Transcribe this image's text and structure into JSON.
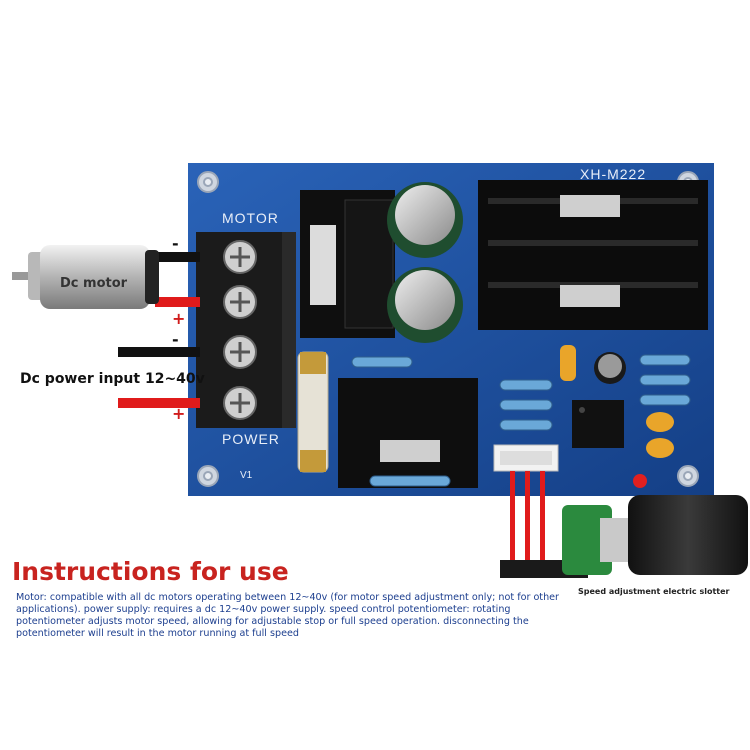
{
  "motor": {
    "label": "Dc motor",
    "minus_sign": "-",
    "plus_sign": "+"
  },
  "power_input": {
    "label": "Dc power input 12~40v",
    "minus_sign": "-",
    "plus_sign": "+"
  },
  "board": {
    "motor_terminal_label": "MOTOR",
    "power_terminal_label": "POWER",
    "model": "XH-M222",
    "version": "V1"
  },
  "potentiometer": {
    "caption": "Speed adjustment electric slotter"
  },
  "instructions": {
    "title": "Instructions for use",
    "body": "Motor: compatible with all dc motors operating between 12~40v (for motor speed adjustment only; not for other applications). power supply: requires a dc 12~40v power supply. speed control potentiometer: rotating potentiometer adjusts motor speed, allowing for adjustable stop or full speed operation. disconnecting the potentiometer will result in the motor running at full speed"
  },
  "colors": {
    "board": "#1d4f9e",
    "wire_positive": "#e01b1b",
    "wire_negative": "#111111",
    "title": "#c8231f",
    "body_text": "#1d3f8f"
  }
}
